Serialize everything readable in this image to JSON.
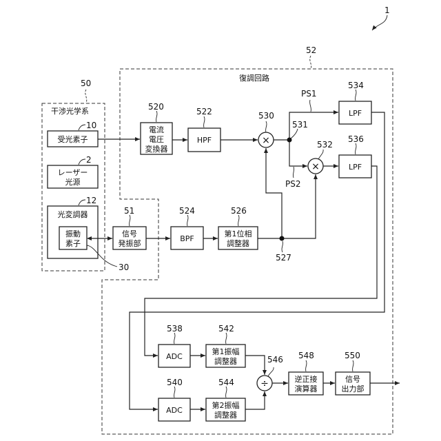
{
  "figure_ref": "1",
  "groups": {
    "interference_optics": {
      "ref": "50",
      "title": "干渉光学系"
    },
    "demodulation_circuit": {
      "ref": "52",
      "title": "復調回路"
    },
    "signal_generator_group": {
      "ref": "51"
    }
  },
  "blocks": {
    "photo_detector": {
      "ref": "10",
      "lines": [
        "受光素子"
      ]
    },
    "laser_source": {
      "ref": "2",
      "lines": [
        "レーザー",
        "光源"
      ]
    },
    "optical_modulator": {
      "ref": "12",
      "lines": [
        "光変調器"
      ]
    },
    "vibrating_element": {
      "ref": "30",
      "lines": [
        "振動",
        "素子"
      ]
    },
    "signal_oscillator": {
      "ref": "51",
      "lines": [
        "信号",
        "発振部"
      ]
    },
    "iv_converter": {
      "ref": "520",
      "lines": [
        "電流",
        "電圧",
        "変換器"
      ]
    },
    "hpf": {
      "ref": "522",
      "lines": [
        "HPF"
      ]
    },
    "bpf": {
      "ref": "524",
      "lines": [
        "BPF"
      ]
    },
    "phase_adjuster": {
      "ref": "526",
      "lines": [
        "第1位相",
        "調整器"
      ]
    },
    "multiplier_1": {
      "ref": "530",
      "symbol": "×"
    },
    "multiplier_2": {
      "ref": "532",
      "symbol": "×"
    },
    "lpf_1": {
      "ref": "534",
      "lines": [
        "LPF"
      ]
    },
    "lpf_2": {
      "ref": "536",
      "lines": [
        "LPF"
      ]
    },
    "adc_1": {
      "ref": "538",
      "lines": [
        "ADC"
      ]
    },
    "adc_2": {
      "ref": "540",
      "lines": [
        "ADC"
      ]
    },
    "amp_adjuster_1": {
      "ref": "542",
      "lines": [
        "第1振幅",
        "調整器"
      ]
    },
    "amp_adjuster_2": {
      "ref": "544",
      "lines": [
        "第2振幅",
        "調整器"
      ]
    },
    "divider": {
      "ref": "546",
      "symbol": "÷"
    },
    "arctan_calc": {
      "ref": "548",
      "lines": [
        "逆正接",
        "演算器"
      ]
    },
    "signal_output": {
      "ref": "550",
      "lines": [
        "信号",
        "出力部"
      ]
    }
  },
  "nodes": {
    "branch_531": "531",
    "branch_527": "527"
  },
  "signals": {
    "ps1": "PS1",
    "ps2": "PS2"
  }
}
